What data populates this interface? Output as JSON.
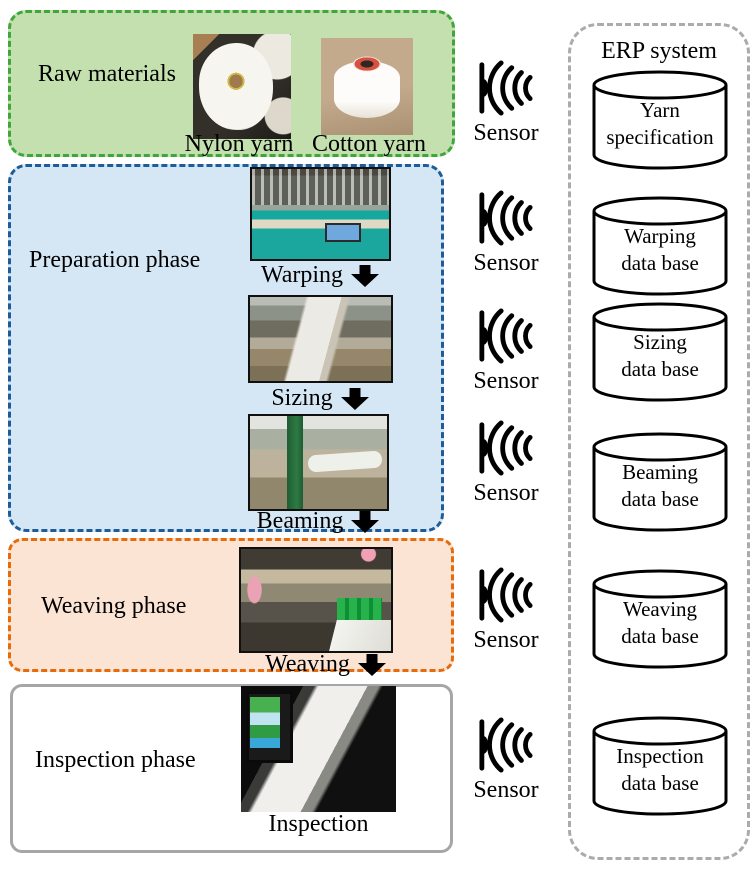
{
  "figure": {
    "phases": {
      "raw": {
        "label": "Raw materials",
        "items": [
          {
            "caption": "Nylon yarn"
          },
          {
            "caption": "Cotton yarn"
          }
        ]
      },
      "preparation": {
        "label": "Preparation phase",
        "steps": [
          {
            "caption": "Warping"
          },
          {
            "caption": "Sizing"
          },
          {
            "caption": "Beaming"
          }
        ]
      },
      "weaving": {
        "label": "Weaving phase",
        "steps": [
          {
            "caption": "Weaving"
          }
        ]
      },
      "inspection": {
        "label": "Inspection phase",
        "steps": [
          {
            "caption": "Inspection"
          }
        ]
      }
    },
    "sensor": {
      "label": "Sensor",
      "count": 6
    },
    "erp": {
      "title": "ERP system",
      "databases": [
        {
          "line1": "Yarn",
          "line2": "specification"
        },
        {
          "line1": "Warping",
          "line2": "data base"
        },
        {
          "line1": "Sizing",
          "line2": "data base"
        },
        {
          "line1": "Beaming",
          "line2": "data base"
        },
        {
          "line1": "Weaving",
          "line2": "data base"
        },
        {
          "line1": "Inspection",
          "line2": "data base"
        }
      ]
    },
    "colors": {
      "raw_bg": "#c3e0ae",
      "raw_border": "#3fa63c",
      "prep_bg": "#d5e7f5",
      "prep_border": "#1e5c99",
      "weave_bg": "#fbe4d4",
      "weave_border": "#e66b0c",
      "inspect_border": "#a6a6a6",
      "erp_border": "#ababab",
      "ink": "#000000"
    }
  }
}
